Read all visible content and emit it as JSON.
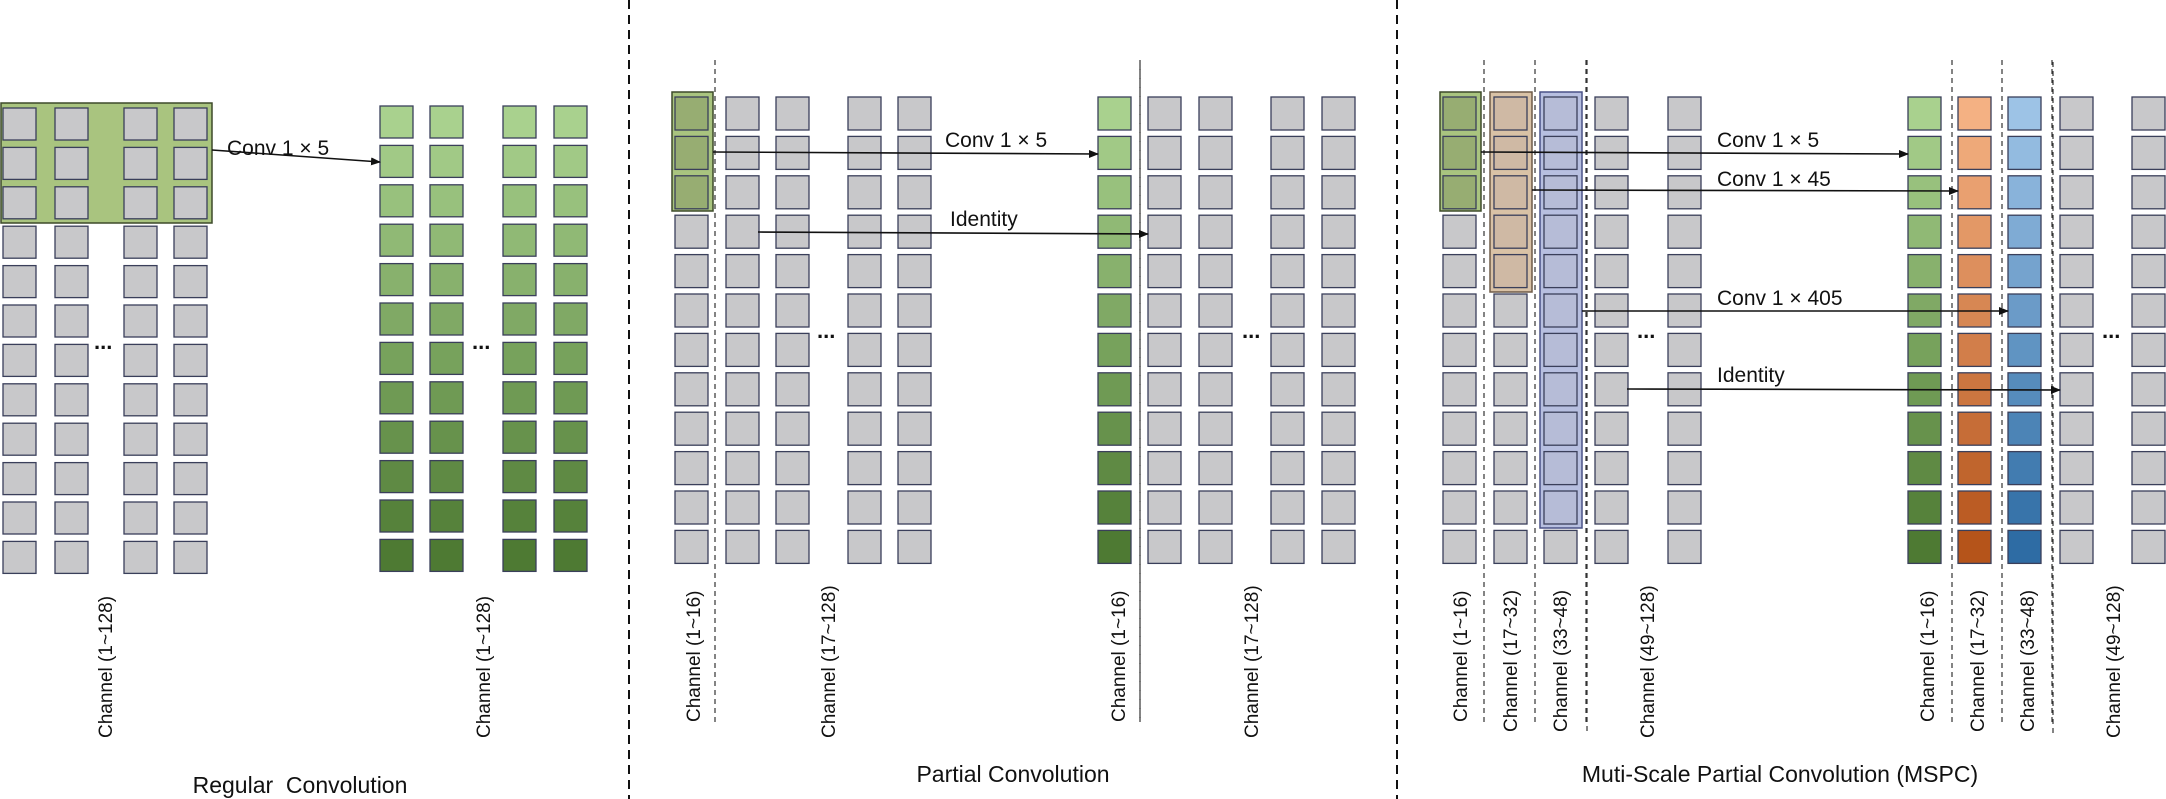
{
  "panels": [
    {
      "title": "Regular  Convolution",
      "column_labels": [
        "Channel (1~128)",
        "Channel (1~128)"
      ],
      "ops": [
        "Conv 1 × 5"
      ],
      "ellipsis": "..."
    },
    {
      "title": "Partial Convolution",
      "column_labels": [
        "Channel (1~16)",
        "Channel (17~128)",
        "Channel (1~16)",
        "Channel (17~128)"
      ],
      "ops": [
        "Conv 1 × 5",
        "Identity"
      ],
      "ellipsis": "..."
    },
    {
      "title": "Muti-Scale Partial Convolution (MSPC)",
      "column_labels": [
        "Channel (1~16)",
        "Channel (17~32)",
        "Channel (33~48)",
        "Channel (49~128)",
        "Channel (1~16)",
        "Channel (17~32)",
        "Channel (33~48)",
        "Channel (49~128)"
      ],
      "ops": [
        "Conv 1 × 5",
        "Conv 1 × 45",
        "Conv 1 × 405",
        "Identity"
      ],
      "ellipsis": "..."
    }
  ],
  "colors": {
    "gray_cell": "#c8c8ca",
    "cell_border": "#3a3f5a",
    "green_light": "#a9d18e",
    "green_dark": "#4e7a33",
    "orange_light": "#f4b183",
    "orange_dark": "#b5541a",
    "blue_light": "#9dc3e6",
    "blue_dark": "#2e6ca4",
    "highlight_green": "#a9c47f",
    "highlight_tan": "#d9c2a6",
    "highlight_lavender": "#b7bfe0"
  }
}
